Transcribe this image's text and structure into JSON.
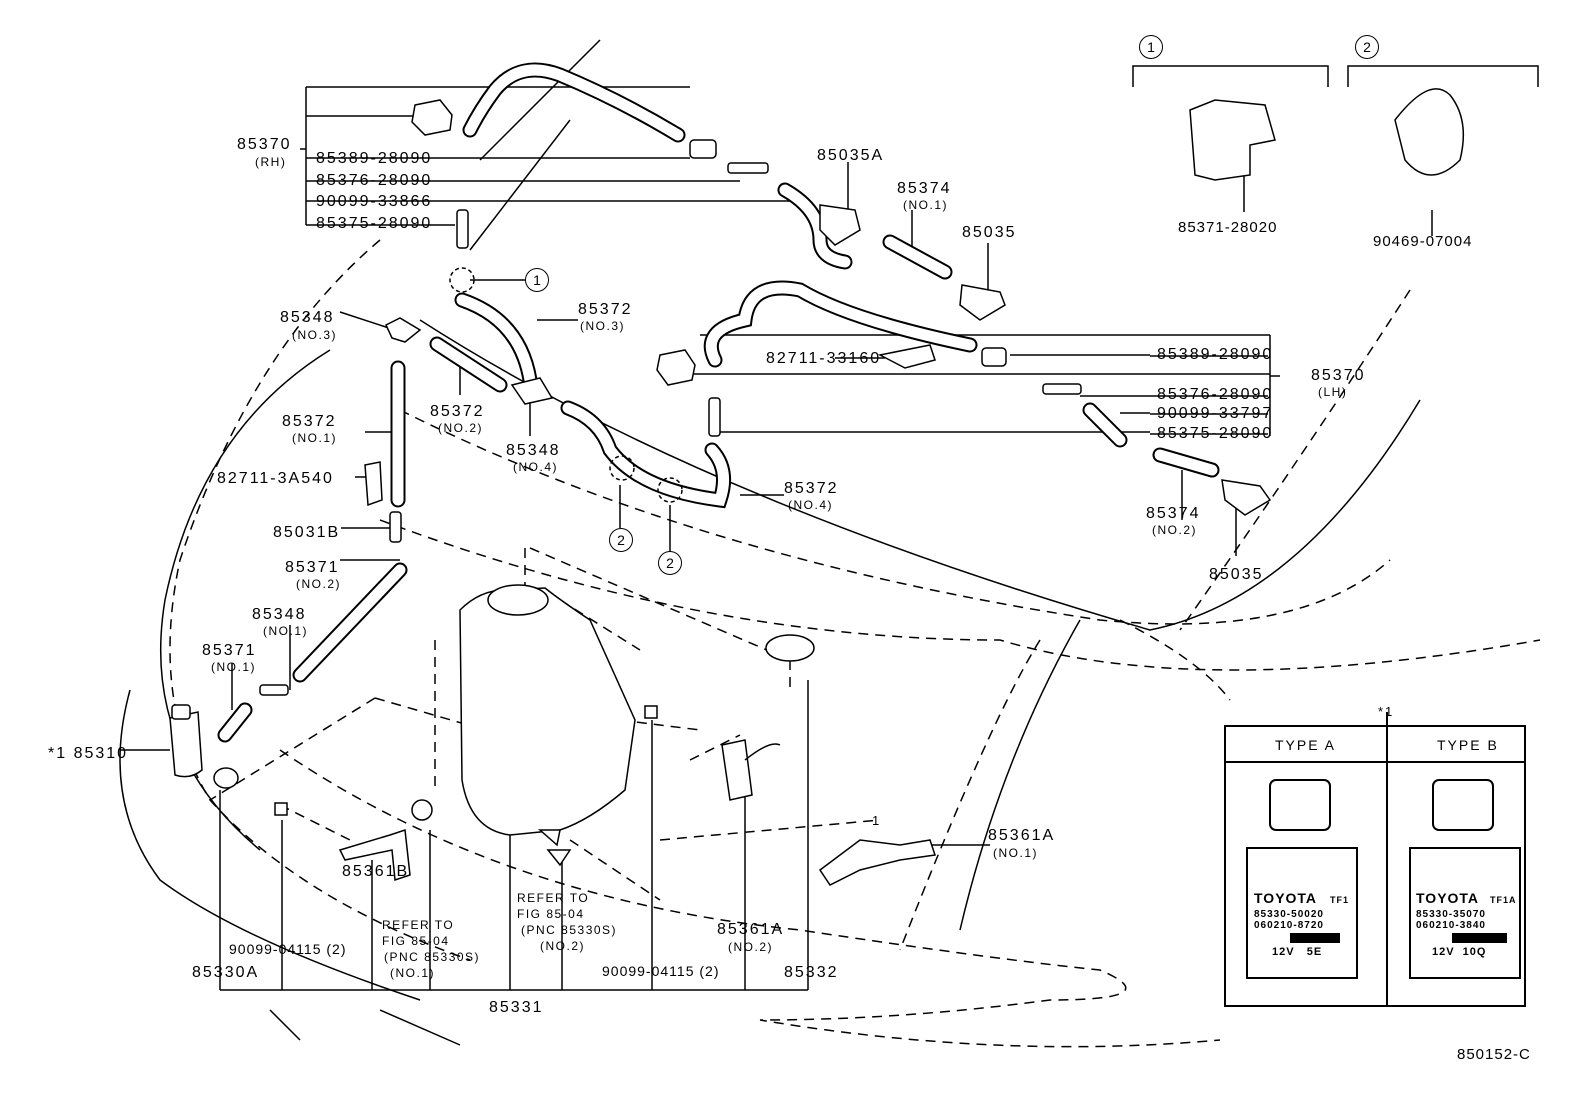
{
  "labels": {
    "rh_85370": "85370",
    "rh_tag": "(RH)",
    "rh_1": "85389-28090",
    "rh_2": "85376-28090",
    "rh_3": "90099-33866",
    "rh_4": "85375-28090",
    "p85035A": "85035A",
    "p85374_1": "85374",
    "p85374_1_no": "(NO.1)",
    "p85035_a": "85035",
    "p85372_3": "85372",
    "p85372_3_no": "(NO.3)",
    "p85348_3": "85348",
    "p85348_3_no": "(NO.3)",
    "p82711_33160": "82711-33160",
    "lh_1": "85389-28090",
    "lh_85370": "85370",
    "lh_tag": "(LH)",
    "lh_2": "85376-28090",
    "lh_3": "90099-33797",
    "lh_4": "85375-28090",
    "p85372_1": "85372",
    "p85372_1_no": "(NO.1)",
    "p85372_2": "85372",
    "p85372_2_no": "(NO.2)",
    "p85348_4": "85348",
    "p85348_4_no": "(NO.4)",
    "p82711_3A540": "82711-3A540",
    "p85372_4": "85372",
    "p85372_4_no": "(NO.4)",
    "p85374_2": "85374",
    "p85374_2_no": "(NO.2)",
    "p85031B": "85031B",
    "p85371_2": "85371",
    "p85371_2_no": "(NO.2)",
    "p85035_b": "85035",
    "p85348_1": "85348",
    "p85348_1_no": "(NO.1)",
    "p85371_1": "85371",
    "p85371_1_no": "(NO.1)",
    "p85310": "*1 85310",
    "p85361A_1": "85361A",
    "p85361A_1_no": "(NO.1)",
    "p85361B": "85361B",
    "ref2_a": "REFER TO",
    "ref2_b": "FIG 85-04",
    "ref2_c": "(PNC 85330S)",
    "ref2_d": "(NO.2)",
    "ref1_a": "REFER TO",
    "ref1_b": "FIG 85-04",
    "ref1_c": "(PNC 85330S)",
    "ref1_d": "(NO.1)",
    "p85361A_2": "85361A",
    "p85361A_2_no": "(NO.2)",
    "p90099_04115_a": "90099-04115 (2)",
    "p90099_04115_b": "90099-04115 (2)",
    "p85330A": "85330A",
    "p85332": "85332",
    "p85331": "85331",
    "p85371_28020": "85371-28020",
    "p90469_07004": "90469-07004",
    "num1": "1"
  },
  "callouts": {
    "c1": "1",
    "c2": "2"
  },
  "inset": {
    "ref": "*1",
    "type_a": "TYPE A",
    "type_b": "TYPE B",
    "a_brand": "TOYOTA",
    "a_code": "TF1",
    "a_pn1": "85330-50020",
    "a_pn2": "060210-8720",
    "a_spec": "12V   5E",
    "b_brand": "TOYOTA",
    "b_code": "TF1A",
    "b_pn1": "85330-35070",
    "b_pn2": "060210-3840",
    "b_spec": "12V  10Q"
  },
  "figure_id": "850152-C"
}
